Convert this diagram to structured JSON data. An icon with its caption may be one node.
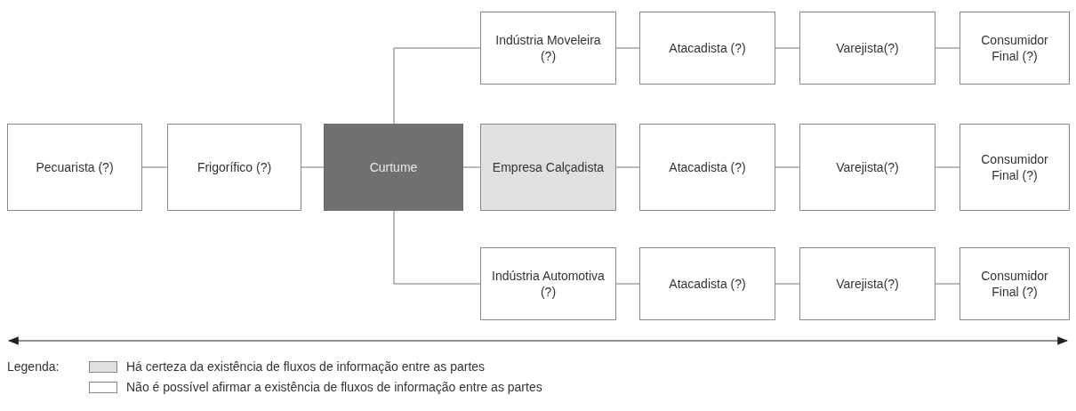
{
  "diagram": {
    "nodes": [
      {
        "text": [
          "Indústria Moveleira (?)"
        ]
      },
      {
        "text": [
          "Atacadista (?)"
        ]
      },
      {
        "text": [
          "Varejista(?)"
        ]
      },
      {
        "text": [
          "Consumidor Final (?)"
        ]
      },
      {
        "text": [
          "Pecuarista (?)"
        ]
      },
      {
        "text": [
          "Frigorífico (?)"
        ]
      },
      {
        "text": [
          "Curtume"
        ]
      },
      {
        "text": [
          "Empresa Calçadista"
        ]
      },
      {
        "text": [
          "Atacadista (?)"
        ]
      },
      {
        "text": [
          "Varejista(?)"
        ]
      },
      {
        "text": [
          "Consumidor Final (?)"
        ]
      },
      {
        "text": [
          "Indústria Automotiva (?)"
        ]
      },
      {
        "text": [
          "Atacadista (?)"
        ]
      },
      {
        "text": [
          "Varejista(?)"
        ]
      },
      {
        "text": [
          "Consumidor Final (?)"
        ]
      }
    ],
    "edges": [
      {
        "from": 4,
        "to": 5,
        "arrow": "none"
      },
      {
        "from": 5,
        "to": 6,
        "arrow": "none"
      },
      {
        "from": 6,
        "to": 7,
        "arrow": "none"
      },
      {
        "from": 6,
        "to": 0,
        "arrow": "none"
      },
      {
        "from": 6,
        "to": 11,
        "arrow": "none"
      },
      {
        "from": 0,
        "to": 1,
        "arrow": "none"
      },
      {
        "from": 1,
        "to": 2,
        "arrow": "none"
      },
      {
        "from": 2,
        "to": 3,
        "arrow": "none"
      },
      {
        "from": 7,
        "to": 8,
        "arrow": "none"
      },
      {
        "from": 8,
        "to": 9,
        "arrow": "none"
      },
      {
        "from": 9,
        "to": 10,
        "arrow": "none"
      },
      {
        "from": 11,
        "to": 12,
        "arrow": "none"
      },
      {
        "from": 12,
        "to": 13,
        "arrow": "none"
      },
      {
        "from": 13,
        "to": 14,
        "arrow": "none"
      }
    ],
    "labels": [
      "Legenda:"
    ],
    "legend": [
      {
        "text": "Há certeza da existência de fluxos de informação entre as partes",
        "color": "#e0e0e0"
      },
      {
        "text": "Não é possível afirmar a existência de fluxos de informação entre as partes",
        "color": "#ffffff"
      }
    ]
  }
}
